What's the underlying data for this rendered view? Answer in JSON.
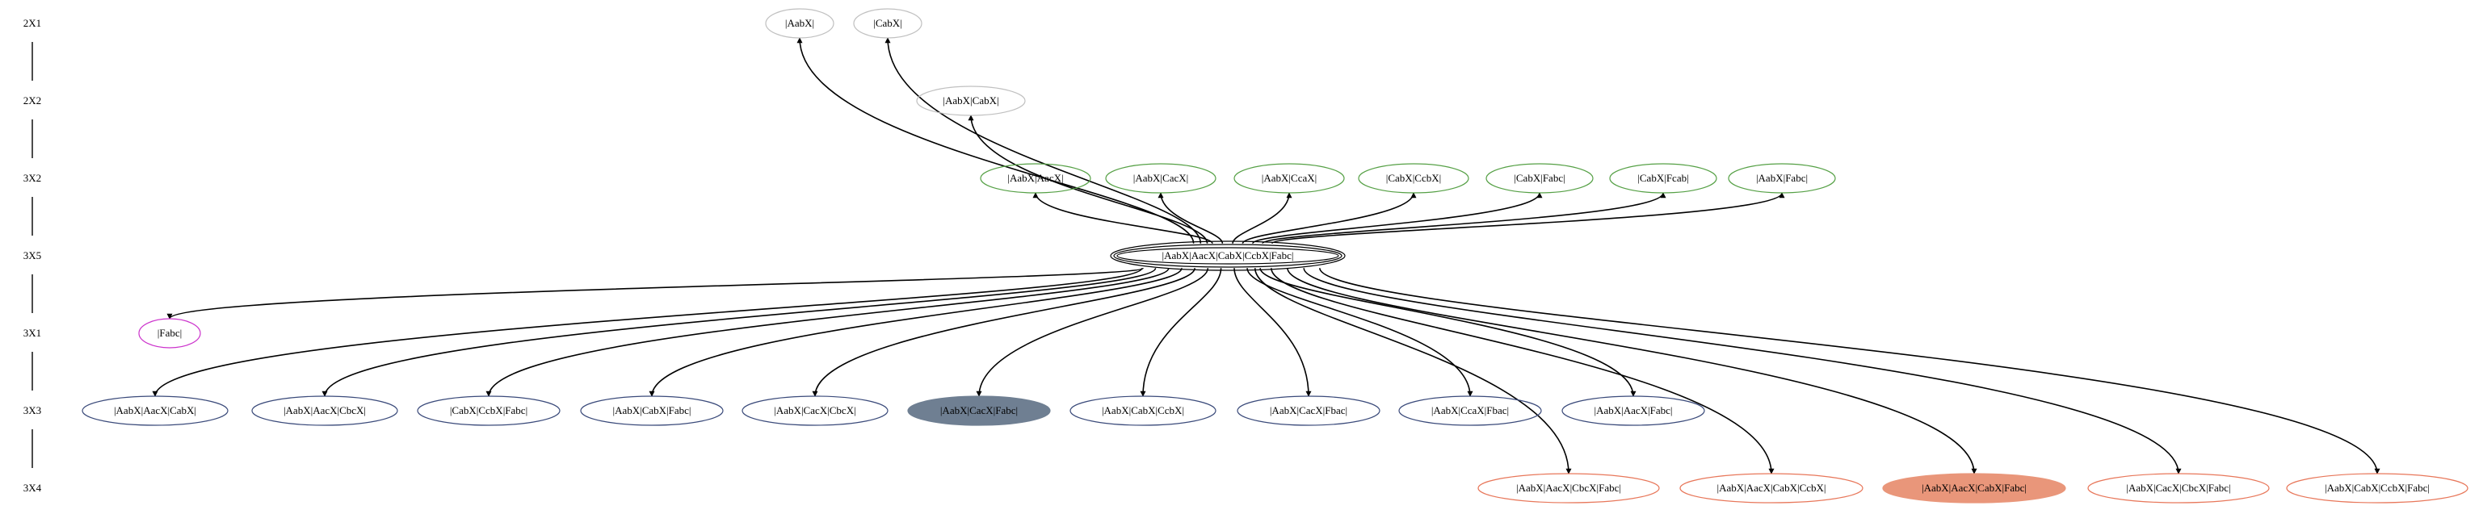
{
  "ranks": [
    {
      "id": "r1",
      "label": "2X1"
    },
    {
      "id": "r2",
      "label": "2X2"
    },
    {
      "id": "r3",
      "label": "3X2"
    },
    {
      "id": "r4",
      "label": "3X5"
    },
    {
      "id": "r5",
      "label": "3X1"
    },
    {
      "id": "r6",
      "label": "3X3"
    },
    {
      "id": "r7",
      "label": "3X4"
    }
  ],
  "colors": {
    "gray_outline": "#c0c0c0",
    "green_outline": "#55a045",
    "magenta_outline": "#cc33cc",
    "navy_outline": "#3a4a7a",
    "salmon_outline": "#e8775a",
    "slate_fill": "#6f7f92",
    "salmon_fill": "#e9967a",
    "edge": "#000000"
  },
  "nodes": [
    {
      "id": "n1",
      "label": "|AabX|",
      "rank": "2X1",
      "style": "outline",
      "color": "gray"
    },
    {
      "id": "n2",
      "label": "|CabX|",
      "rank": "2X1",
      "style": "outline",
      "color": "gray"
    },
    {
      "id": "n3",
      "label": "|AabX|CabX|",
      "rank": "2X2",
      "style": "outline",
      "color": "gray"
    },
    {
      "id": "n4",
      "label": "|AabX|AacX|",
      "rank": "3X2",
      "style": "outline",
      "color": "green"
    },
    {
      "id": "n5",
      "label": "|AabX|CacX|",
      "rank": "3X2",
      "style": "outline",
      "color": "green"
    },
    {
      "id": "n6",
      "label": "|AabX|CcaX|",
      "rank": "3X2",
      "style": "outline",
      "color": "green"
    },
    {
      "id": "n7",
      "label": "|CabX|CcbX|",
      "rank": "3X2",
      "style": "outline",
      "color": "green"
    },
    {
      "id": "n8",
      "label": "|CabX|Fabc|",
      "rank": "3X2",
      "style": "outline",
      "color": "green"
    },
    {
      "id": "n9",
      "label": "|CabX|Fcab|",
      "rank": "3X2",
      "style": "outline",
      "color": "green"
    },
    {
      "id": "n10",
      "label": "|AabX|Fabc|",
      "rank": "3X2",
      "style": "outline",
      "color": "green"
    },
    {
      "id": "n11",
      "label": "|AabX|AacX|CabX|CcbX|Fabc|",
      "rank": "3X5",
      "style": "triple",
      "color": "black"
    },
    {
      "id": "n12",
      "label": "|Fabc|",
      "rank": "3X1",
      "style": "outline",
      "color": "magenta"
    },
    {
      "id": "n13",
      "label": "|AabX|AacX|CabX|",
      "rank": "3X3",
      "style": "outline",
      "color": "navy"
    },
    {
      "id": "n14",
      "label": "|AabX|AacX|CbcX|",
      "rank": "3X3",
      "style": "outline",
      "color": "navy"
    },
    {
      "id": "n15",
      "label": "|CabX|CcbX|Fabc|",
      "rank": "3X3",
      "style": "outline",
      "color": "navy"
    },
    {
      "id": "n16",
      "label": "|AabX|CabX|Fabc|",
      "rank": "3X3",
      "style": "outline",
      "color": "navy"
    },
    {
      "id": "n17",
      "label": "|AabX|CacX|CbcX|",
      "rank": "3X3",
      "style": "outline",
      "color": "navy"
    },
    {
      "id": "n18",
      "label": "|AabX|CacX|Fabc|",
      "rank": "3X3",
      "style": "filled",
      "color": "slate"
    },
    {
      "id": "n19",
      "label": "|AabX|CabX|CcbX|",
      "rank": "3X3",
      "style": "outline",
      "color": "navy"
    },
    {
      "id": "n20",
      "label": "|AabX|CacX|Fbac|",
      "rank": "3X3",
      "style": "outline",
      "color": "navy"
    },
    {
      "id": "n21",
      "label": "|AabX|CcaX|Fbac|",
      "rank": "3X3",
      "style": "outline",
      "color": "navy"
    },
    {
      "id": "n22",
      "label": "|AabX|AacX|Fabc|",
      "rank": "3X3",
      "style": "outline",
      "color": "navy"
    },
    {
      "id": "n23",
      "label": "|AabX|AacX|CbcX|Fabc|",
      "rank": "3X4",
      "style": "outline",
      "color": "salmon"
    },
    {
      "id": "n24",
      "label": "|AabX|AacX|CabX|CcbX|",
      "rank": "3X4",
      "style": "outline",
      "color": "salmon"
    },
    {
      "id": "n25",
      "label": "|AabX|AacX|CabX|Fabc|",
      "rank": "3X4",
      "style": "filled",
      "color": "salmon"
    },
    {
      "id": "n26",
      "label": "|AabX|CacX|CbcX|Fabc|",
      "rank": "3X4",
      "style": "outline",
      "color": "salmon"
    },
    {
      "id": "n27",
      "label": "|AabX|CabX|CcbX|Fabc|",
      "rank": "3X4",
      "style": "outline",
      "color": "salmon"
    }
  ],
  "edges": [
    {
      "from": "n11",
      "to": "n1"
    },
    {
      "from": "n11",
      "to": "n2"
    },
    {
      "from": "n11",
      "to": "n3"
    },
    {
      "from": "n11",
      "to": "n4"
    },
    {
      "from": "n11",
      "to": "n5"
    },
    {
      "from": "n11",
      "to": "n6"
    },
    {
      "from": "n11",
      "to": "n7"
    },
    {
      "from": "n11",
      "to": "n8"
    },
    {
      "from": "n11",
      "to": "n9"
    },
    {
      "from": "n11",
      "to": "n10"
    },
    {
      "from": "n11",
      "to": "n12"
    },
    {
      "from": "n11",
      "to": "n13"
    },
    {
      "from": "n11",
      "to": "n14"
    },
    {
      "from": "n11",
      "to": "n15"
    },
    {
      "from": "n11",
      "to": "n16"
    },
    {
      "from": "n11",
      "to": "n17"
    },
    {
      "from": "n11",
      "to": "n18"
    },
    {
      "from": "n11",
      "to": "n19"
    },
    {
      "from": "n11",
      "to": "n20"
    },
    {
      "from": "n11",
      "to": "n21"
    },
    {
      "from": "n11",
      "to": "n22"
    },
    {
      "from": "n11",
      "to": "n23"
    },
    {
      "from": "n11",
      "to": "n24"
    },
    {
      "from": "n11",
      "to": "n25"
    },
    {
      "from": "n11",
      "to": "n26"
    },
    {
      "from": "n11",
      "to": "n27"
    }
  ]
}
